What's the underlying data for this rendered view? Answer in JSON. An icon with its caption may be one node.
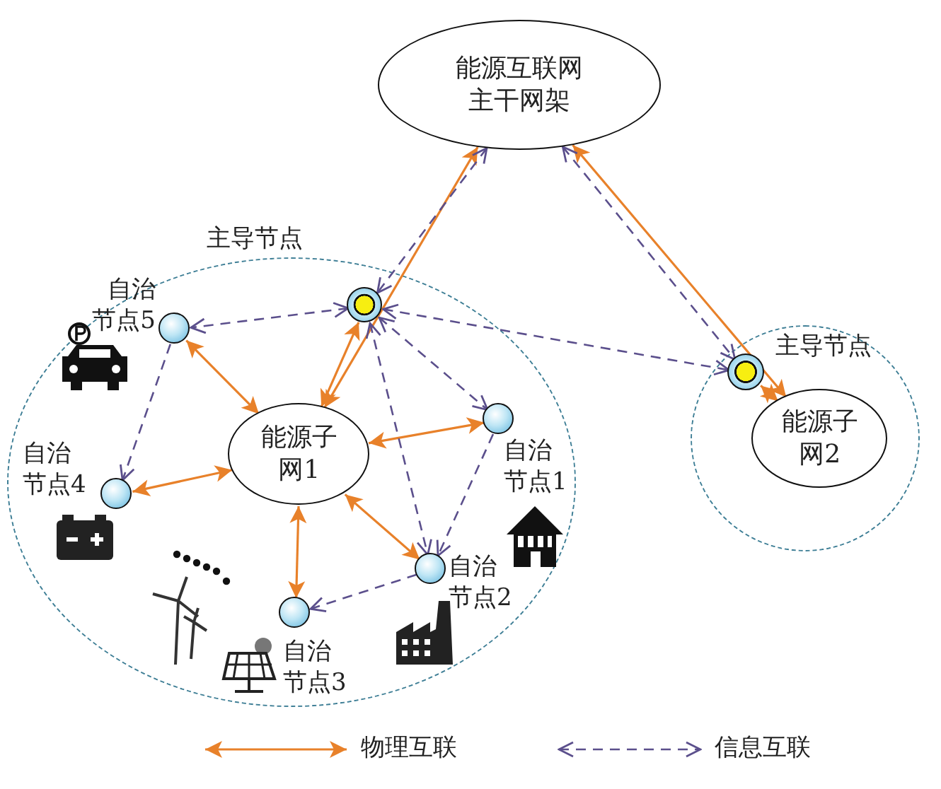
{
  "diagram": {
    "nodes": [
      {
        "text": [
          "能源互联网主干网架"
        ]
      },
      {
        "text": [],
        "shape": "circle"
      },
      {
        "text": [],
        "shape": "circle",
        "beside": [
          "主导节点"
        ],
        "in": 1
      },
      {
        "text": [],
        "shape": "circle",
        "beside": [
          "自治节点5"
        ],
        "in": 1
      },
      {
        "text": [
          "能源子网1"
        ],
        "in": 1
      },
      {
        "text": [],
        "shape": "circle",
        "beside": [
          "自治节点4"
        ],
        "in": 1
      },
      {
        "text": [],
        "shape": "circle",
        "beside": [
          "自治节点1"
        ],
        "in": 1
      },
      {
        "text": [],
        "shape": "circle",
        "beside": [
          "自治节点2"
        ],
        "in": 1
      },
      {
        "text": [],
        "shape": "circle",
        "beside": [
          "自治节点3"
        ],
        "in": 1
      },
      {
        "text": [],
        "shape": "circle"
      },
      {
        "text": [],
        "shape": "circle",
        "beside": [
          "主导节点"
        ],
        "in": 9
      },
      {
        "text": [
          "能源子网2"
        ],
        "in": 9
      }
    ],
    "edges": [
      {
        "from": 0,
        "to": 4,
        "arrow": "both"
      },
      {
        "from": 2,
        "to": 4,
        "arrow": "both"
      },
      {
        "from": 3,
        "to": 4,
        "arrow": "both"
      },
      {
        "from": 5,
        "to": 4,
        "arrow": "both"
      },
      {
        "from": 6,
        "to": 4,
        "arrow": "both"
      },
      {
        "from": 7,
        "to": 4,
        "arrow": "both"
      },
      {
        "from": 8,
        "to": 4,
        "arrow": "both"
      },
      {
        "from": 0,
        "to": 11,
        "arrow": "both"
      },
      {
        "from": 10,
        "to": 11,
        "arrow": "both"
      },
      {
        "from": 0,
        "to": 2,
        "arrow": "both",
        "style": "dashed",
        "color": "#5b4f8c"
      },
      {
        "from": 2,
        "to": 3,
        "arrow": "both",
        "style": "dashed",
        "color": "#5b4f8c"
      },
      {
        "from": 2,
        "to": 6,
        "arrow": "both",
        "style": "dashed",
        "color": "#5b4f8c"
      },
      {
        "from": 2,
        "to": 7,
        "arrow": "both",
        "style": "dashed",
        "color": "#5b4f8c"
      },
      {
        "from": 2,
        "to": 10,
        "arrow": "both",
        "style": "dashed",
        "color": "#5b4f8c"
      },
      {
        "from": 0,
        "to": 10,
        "arrow": "both",
        "style": "dashed",
        "color": "#5b4f8c"
      },
      {
        "from": 3,
        "to": 5,
        "arrow": "to",
        "style": "dashed",
        "color": "#5b4f8c"
      },
      {
        "from": 6,
        "to": 7,
        "arrow": "to",
        "style": "dashed",
        "color": "#5b4f8c"
      },
      {
        "from": 7,
        "to": 8,
        "arrow": "to",
        "style": "dashed",
        "color": "#5b4f8c"
      }
    ],
    "legend": [
      {
        "text": "物理互联"
      },
      {
        "text": "信息互联"
      }
    ]
  }
}
